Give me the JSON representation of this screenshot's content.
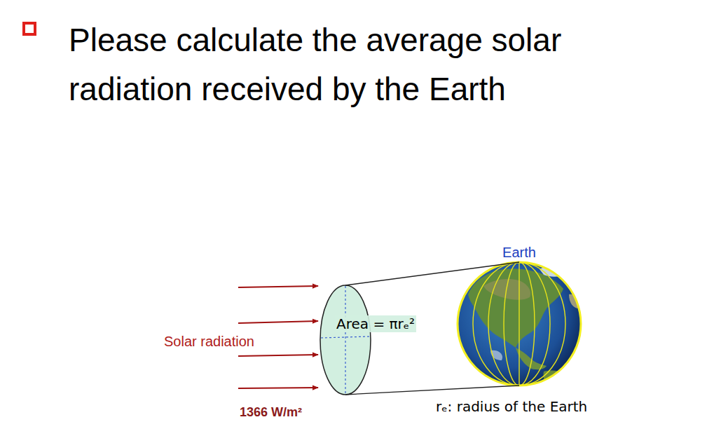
{
  "diagram": {
    "title": "Please calculate the average solar radiation received by the Earth",
    "nodes": [
      {
        "text": [
          "Area = πrₑ²"
        ]
      },
      {
        "text": [
          "Earth"
        ]
      }
    ],
    "edges": [
      {
        "from": 0,
        "to": 1,
        "arrow": "none"
      },
      {
        "from": 0,
        "to": 1,
        "arrow": "none"
      }
    ],
    "labels": [
      "Solar radiation",
      "1366 W/m²",
      "rₑ: radius of the Earth"
    ]
  }
}
